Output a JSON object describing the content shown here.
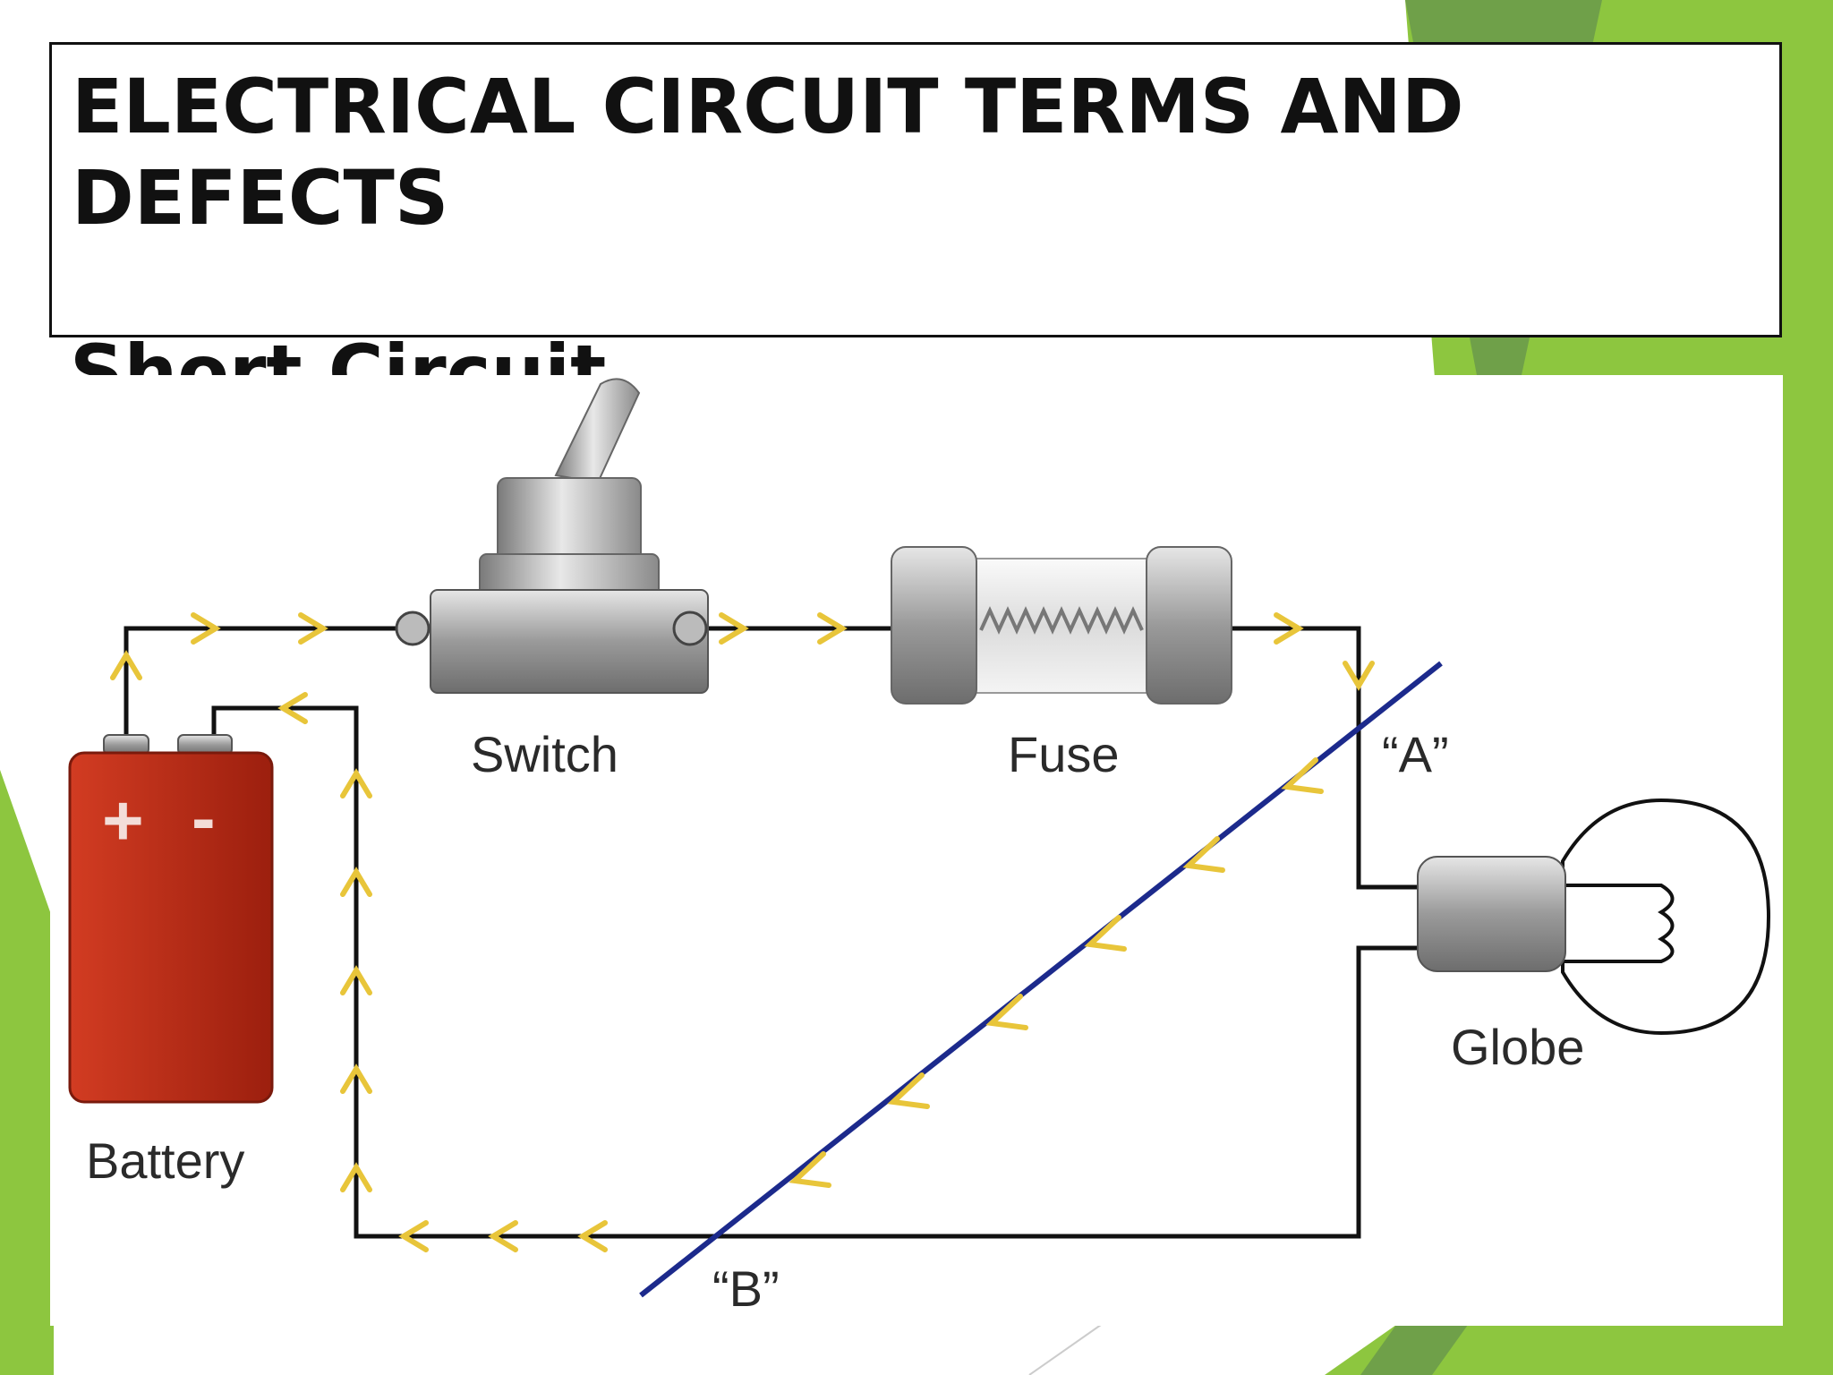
{
  "slide": {
    "title": "ELECTRICAL CIRCUIT TERMS AND DEFECTS",
    "subtitle": "Short Circuit"
  },
  "diagram": {
    "labels": {
      "battery": "Battery",
      "switch": "Switch",
      "fuse": "Fuse",
      "globe": "Globe",
      "point_a": "“A”",
      "point_b": "“B”",
      "plus": "+",
      "minus": "-"
    }
  },
  "colors": {
    "theme_green_light": "#8DC63F",
    "theme_green_dark": "#6FA049",
    "wire": "#111111",
    "short_circuit_wire": "#1C2A8C",
    "current_arrow": "#E8C53A",
    "battery_body": "#B52612"
  }
}
